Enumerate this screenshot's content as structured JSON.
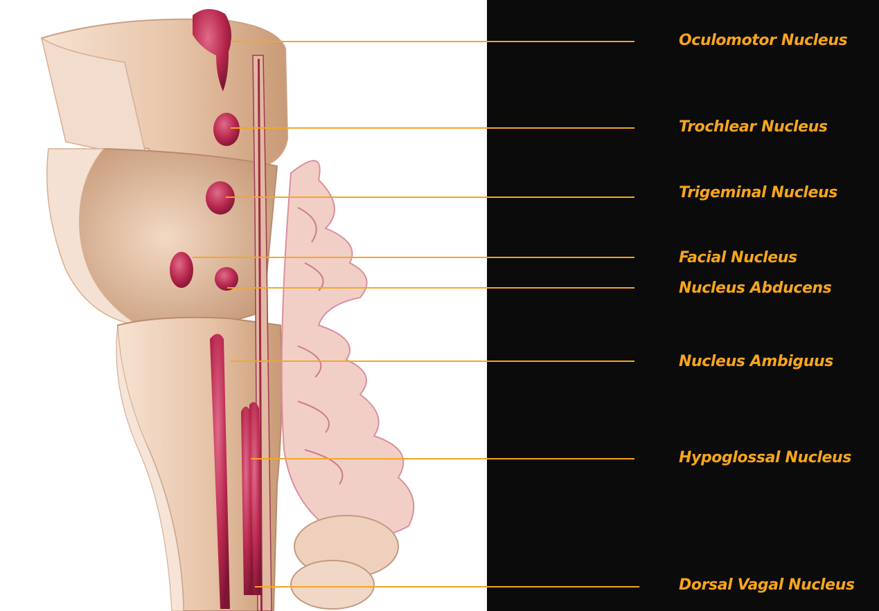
{
  "colors": {
    "panel": "#0b0b0b",
    "label": "#f7a51c",
    "leader": "#f5a623",
    "nucleus": "#b8284e",
    "tissue": "#efd6c2"
  },
  "labels": [
    {
      "id": "oculomotor",
      "text": "Oculomotor Nucleus"
    },
    {
      "id": "trochlear",
      "text": "Trochlear Nucleus"
    },
    {
      "id": "trigeminal",
      "text": "Trigeminal Nucleus"
    },
    {
      "id": "facial",
      "text": "Facial Nucleus"
    },
    {
      "id": "abducens",
      "text": "Nucleus Abducens"
    },
    {
      "id": "ambiguus",
      "text": "Nucleus Ambiguus"
    },
    {
      "id": "hypoglossal",
      "text": "Hypoglossal Nucleus"
    },
    {
      "id": "dorsal-vagal",
      "text": "Dorsal Vagal Nucleus"
    }
  ]
}
